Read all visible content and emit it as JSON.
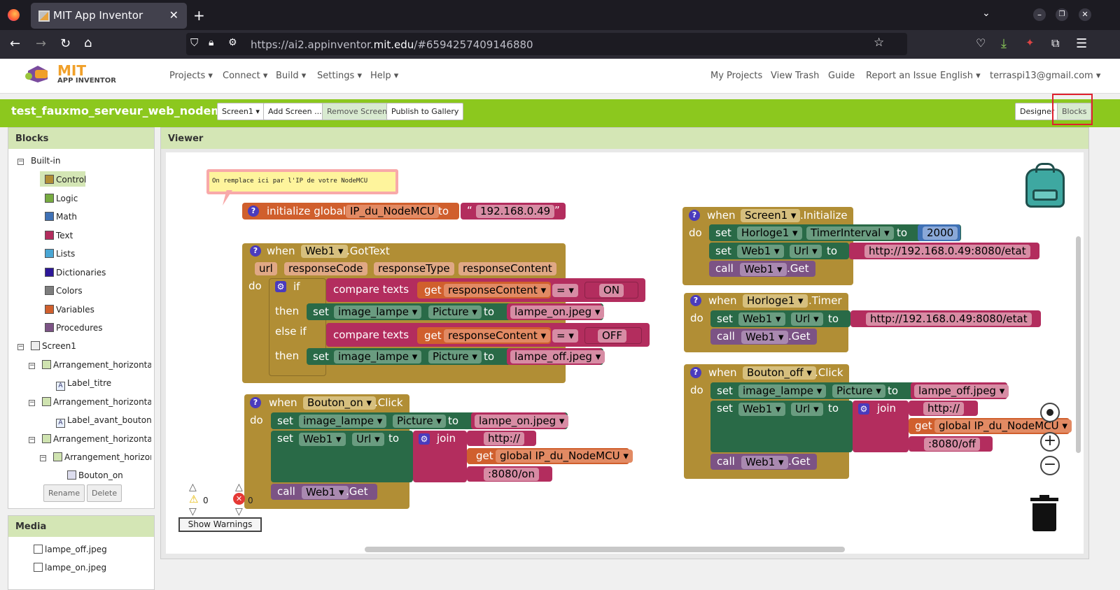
{
  "browser": {
    "tab_title": "MIT App Inventor",
    "url_prefix": "https://ai2.appinventor.",
    "url_domain": "mit.edu",
    "url_suffix": "/#6594257409146880"
  },
  "header": {
    "logo_mit": "MIT",
    "logo_sub": "APP INVENTOR",
    "menus": [
      "Projects ▾",
      "Connect ▾",
      "Build ▾",
      "Settings ▾",
      "Help ▾"
    ],
    "right_links": [
      "My Projects",
      "View Trash",
      "Guide",
      "Report an Issue",
      "English ▾",
      "terraspi13@gmail.com ▾"
    ]
  },
  "project": {
    "name": "test_fauxmo_serveur_web_nodemcu",
    "screen_select": "Screen1 ▾",
    "add_screen": "Add Screen ...",
    "remove_screen": "Remove Screen",
    "publish": "Publish to Gallery",
    "designer": "Designer",
    "blocks": "Blocks"
  },
  "blocks_panel": {
    "title": "Blocks",
    "builtin": "Built-in",
    "items": [
      {
        "label": "Control",
        "color": "#b18e35"
      },
      {
        "label": "Logic",
        "color": "#77ab41"
      },
      {
        "label": "Math",
        "color": "#3f71b5"
      },
      {
        "label": "Text",
        "color": "#b32d5e"
      },
      {
        "label": "Lists",
        "color": "#49a6d4"
      },
      {
        "label": "Dictionaries",
        "color": "#2d1799"
      },
      {
        "label": "Colors",
        "color": "#7d7d7d"
      },
      {
        "label": "Variables",
        "color": "#d05f2d"
      },
      {
        "label": "Procedures",
        "color": "#7c5385"
      }
    ],
    "components": [
      "Screen1",
      "Arrangement_horizontal_t",
      "Label_titre",
      "Arrangement_horizontal_s",
      "Label_avant_bouton",
      "Arrangement_horizontal_c",
      "Arrangement_horizont",
      "Bouton_on"
    ],
    "rename": "Rename",
    "delete": "Delete"
  },
  "media": {
    "title": "Media",
    "files": [
      "lampe_off.jpeg",
      "lampe_on.jpeg"
    ]
  },
  "viewer": {
    "title": "Viewer",
    "comment": "On remplace ici par l'IP de votre NodeMCU",
    "warn_count": "0",
    "err_count": "0",
    "show_warnings": "Show Warnings",
    "kw": {
      "init": "initialize global",
      "to": "to",
      "when": "when",
      "do": "do",
      "if": "if",
      "then": "then",
      "else_if": "else if",
      "compare": "compare texts",
      "get": "get",
      "set": "set",
      "call": "call",
      "join": "join",
      "dot": "."
    },
    "init": {
      "var": "IP_du_NodeMCU",
      "value": "192.168.0.49"
    },
    "gottext": {
      "comp": "Web1",
      "event": ".GotText",
      "params": [
        "url",
        "responseCode",
        "responseType",
        "responseContent"
      ],
      "var": "responseContent",
      "op": "=",
      "on": "ON",
      "off": "OFF",
      "img": "image_lampe",
      "prop": "Picture",
      "on_file": "lampe_on.jpeg",
      "off_file": "lampe_off.jpeg"
    },
    "bouton_on": {
      "comp": "Bouton_on",
      "event": ".Click",
      "img": "image_lampe",
      "prop": "Picture",
      "file": "lampe_on.jpeg",
      "web": "Web1",
      "url": "Url",
      "http": "http://",
      "global": "global IP_du_NodeMCU",
      "suffix": ":8080/on",
      "get": ".Get"
    },
    "init_screen": {
      "comp": "Screen1",
      "event": ".Initialize",
      "timer": "Horloge1",
      "timer_prop": "TimerInterval",
      "interval": "2000",
      "web": "Web1",
      "url": "Url",
      "url_value": "http://192.168.0.49:8080/etat",
      "get": ".Get"
    },
    "timer": {
      "comp": "Horloge1",
      "event": ".Timer",
      "web": "Web1",
      "url": "Url",
      "url_value": "http://192.168.0.49:8080/etat",
      "get": ".Get"
    },
    "bouton_off": {
      "comp": "Bouton_off",
      "event": ".Click",
      "img": "image_lampe",
      "prop": "Picture",
      "file": "lampe_off.jpeg",
      "web": "Web1",
      "url": "Url",
      "http": "http://",
      "global": "global IP_du_NodeMCU",
      "suffix": ":8080/off",
      "get": ".Get"
    }
  }
}
